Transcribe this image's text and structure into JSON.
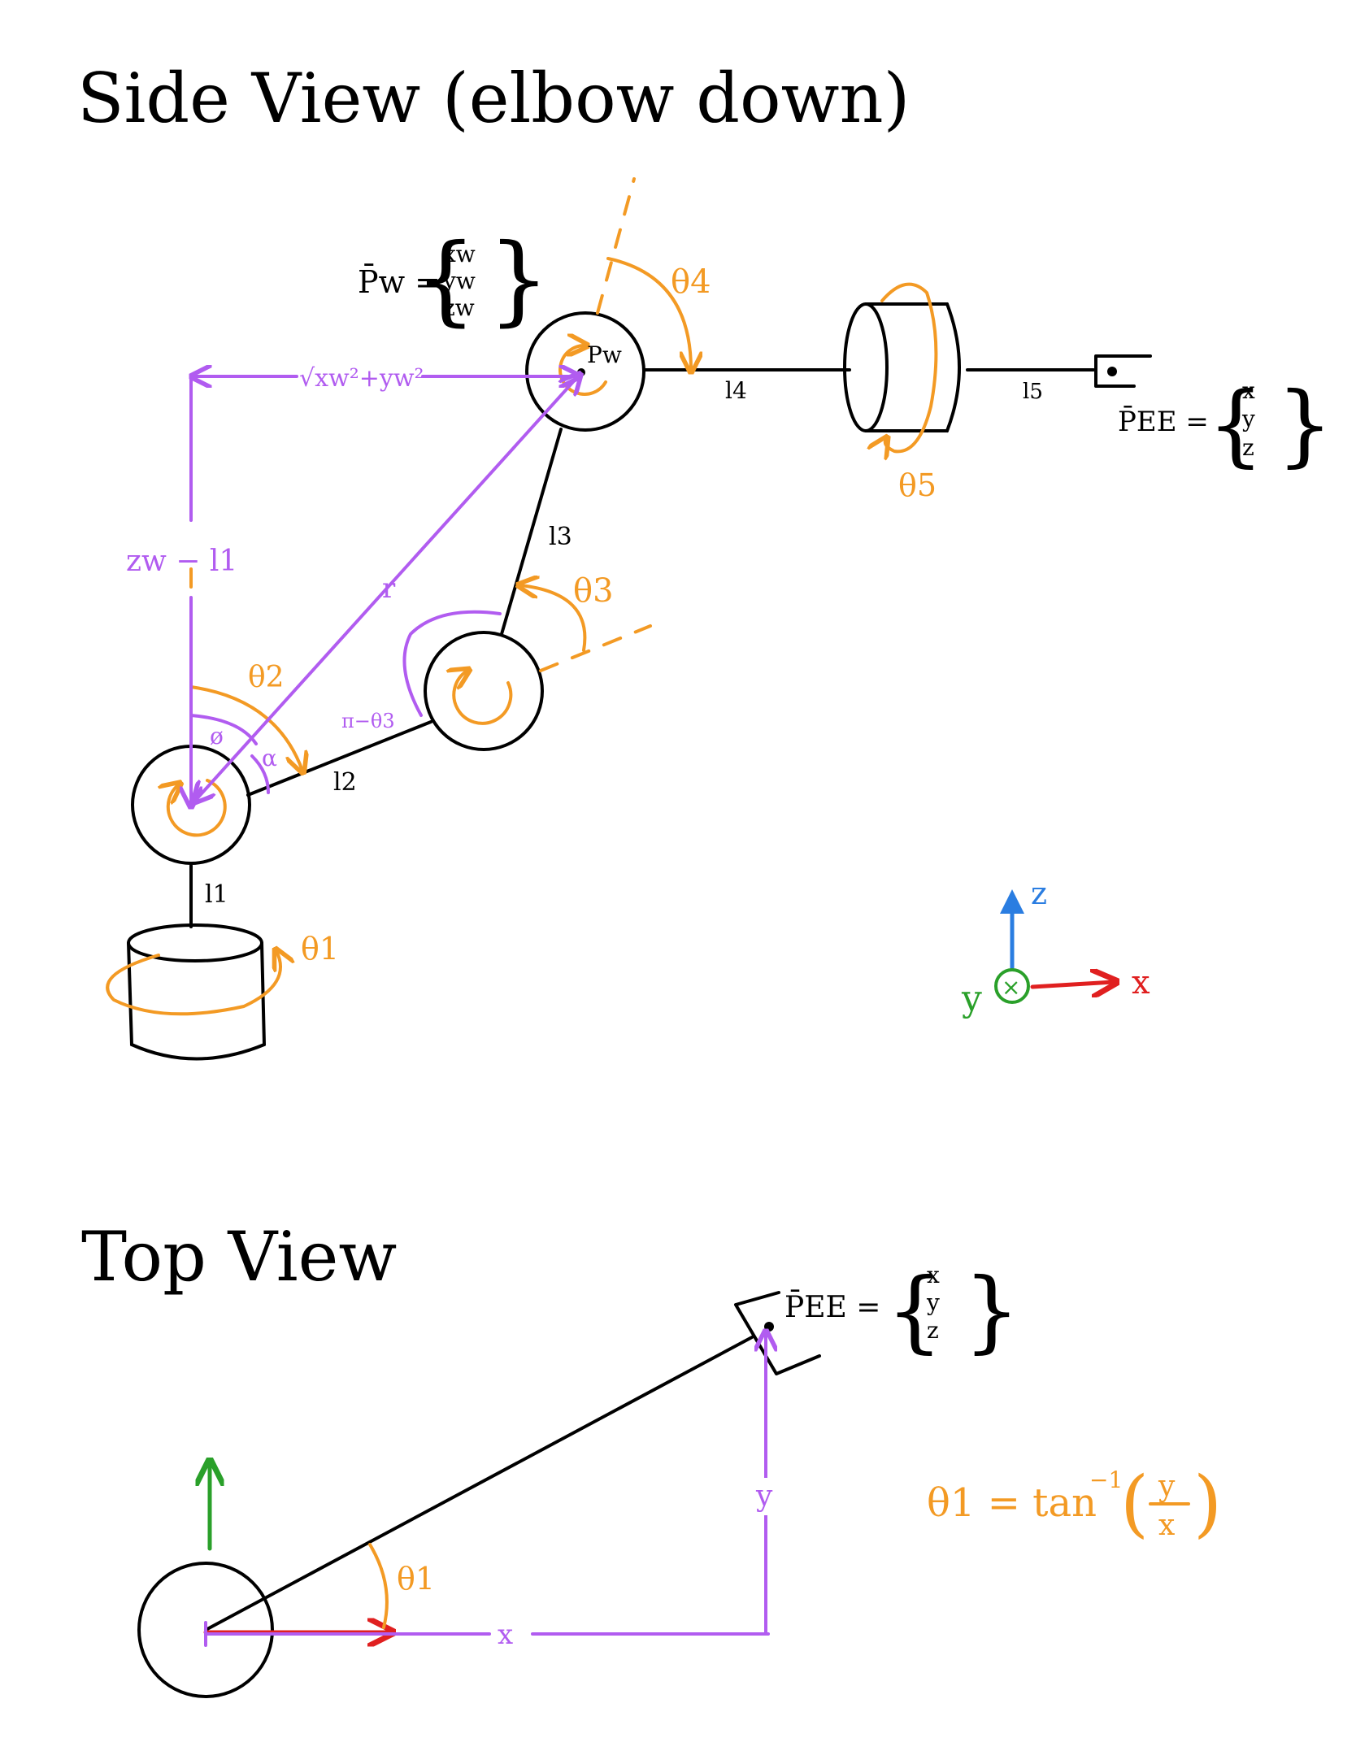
{
  "side_view": {
    "title": "Side View (elbow down)",
    "pw_label": "P̄w =",
    "pw_vector": [
      "xw",
      "yw",
      "zw"
    ],
    "pw_point_label": "Pw",
    "sqrt_label": "√xw²+yw²",
    "zw_minus_l1": "zw − l1",
    "r_label": "r",
    "phi_label": "ø",
    "alpha_label": "α",
    "pi_minus_theta3": "π−θ3",
    "theta1": "θ1",
    "theta2": "θ2",
    "theta3": "θ3",
    "theta4": "θ4",
    "theta5": "θ5",
    "l1": "l1",
    "l2": "l2",
    "l3": "l3",
    "l4": "l4",
    "l5": "l5",
    "pee_label": "P̄EE =",
    "pee_vector": [
      "x",
      "y",
      "z"
    ]
  },
  "axes": {
    "z": "z",
    "x": "x",
    "y": "y",
    "into_page": "⊗"
  },
  "top_view": {
    "title": "Top View",
    "pee_label": "P̄EE =",
    "pee_vector": [
      "x",
      "y",
      "z"
    ],
    "x_label": "x",
    "y_label": "y",
    "theta1": "θ1",
    "equation_lhs": "θ1 = tan",
    "equation_exp": "−1",
    "equation_num": "y",
    "equation_den": "x"
  },
  "colors": {
    "ink": "#000000",
    "orange": "#f39a24",
    "purple": "#b15cf0",
    "blue": "#2a7de1",
    "green": "#2aa02a",
    "red": "#e02020"
  }
}
